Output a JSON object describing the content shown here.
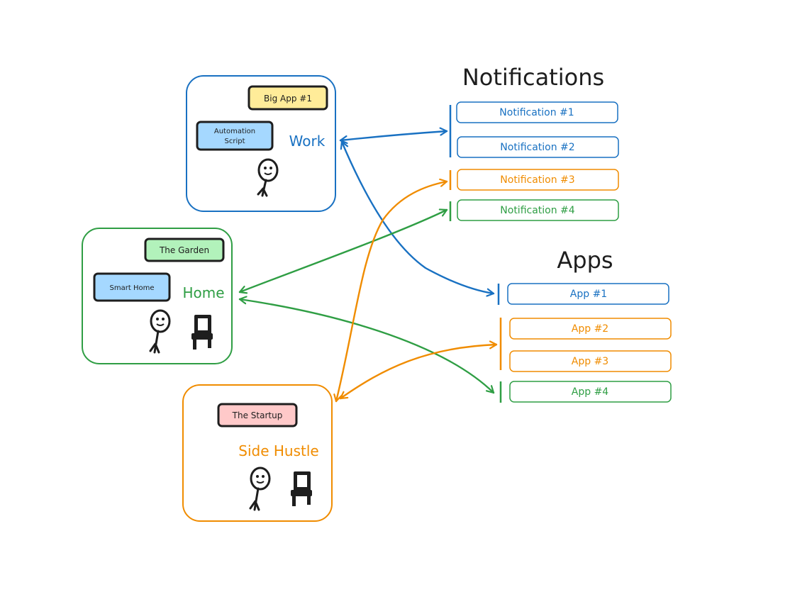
{
  "colors": {
    "blue": "#1971c2",
    "green": "#2f9e44",
    "orange": "#f08c00",
    "ink": "#1e1e1e",
    "chip_yellow": "#ffec99",
    "chip_blue": "#a5d8ff",
    "chip_green": "#b2f2bb",
    "chip_red": "#ffc9c9"
  },
  "headings": {
    "notifications": "Notifications",
    "apps": "Apps"
  },
  "contexts": {
    "work": {
      "label": "Work",
      "chips": [
        "Big App #1",
        "Automation",
        "Script"
      ]
    },
    "home": {
      "label": "Home",
      "chips": [
        "The Garden",
        "Smart Home"
      ]
    },
    "side_hustle": {
      "label": "Side Hustle",
      "chips": [
        "The Startup"
      ]
    }
  },
  "notifications": [
    {
      "label": "Notification #1",
      "color": "blue"
    },
    {
      "label": "Notification #2",
      "color": "blue"
    },
    {
      "label": "Notification #3",
      "color": "orange"
    },
    {
      "label": "Notification #4",
      "color": "green"
    }
  ],
  "apps": [
    {
      "label": "App #1",
      "color": "blue"
    },
    {
      "label": "App #2",
      "color": "orange"
    },
    {
      "label": "App #3",
      "color": "orange"
    },
    {
      "label": "App #4",
      "color": "green"
    }
  ],
  "icons": {
    "person": "stick-figure-icon",
    "chair": "chair-icon"
  }
}
